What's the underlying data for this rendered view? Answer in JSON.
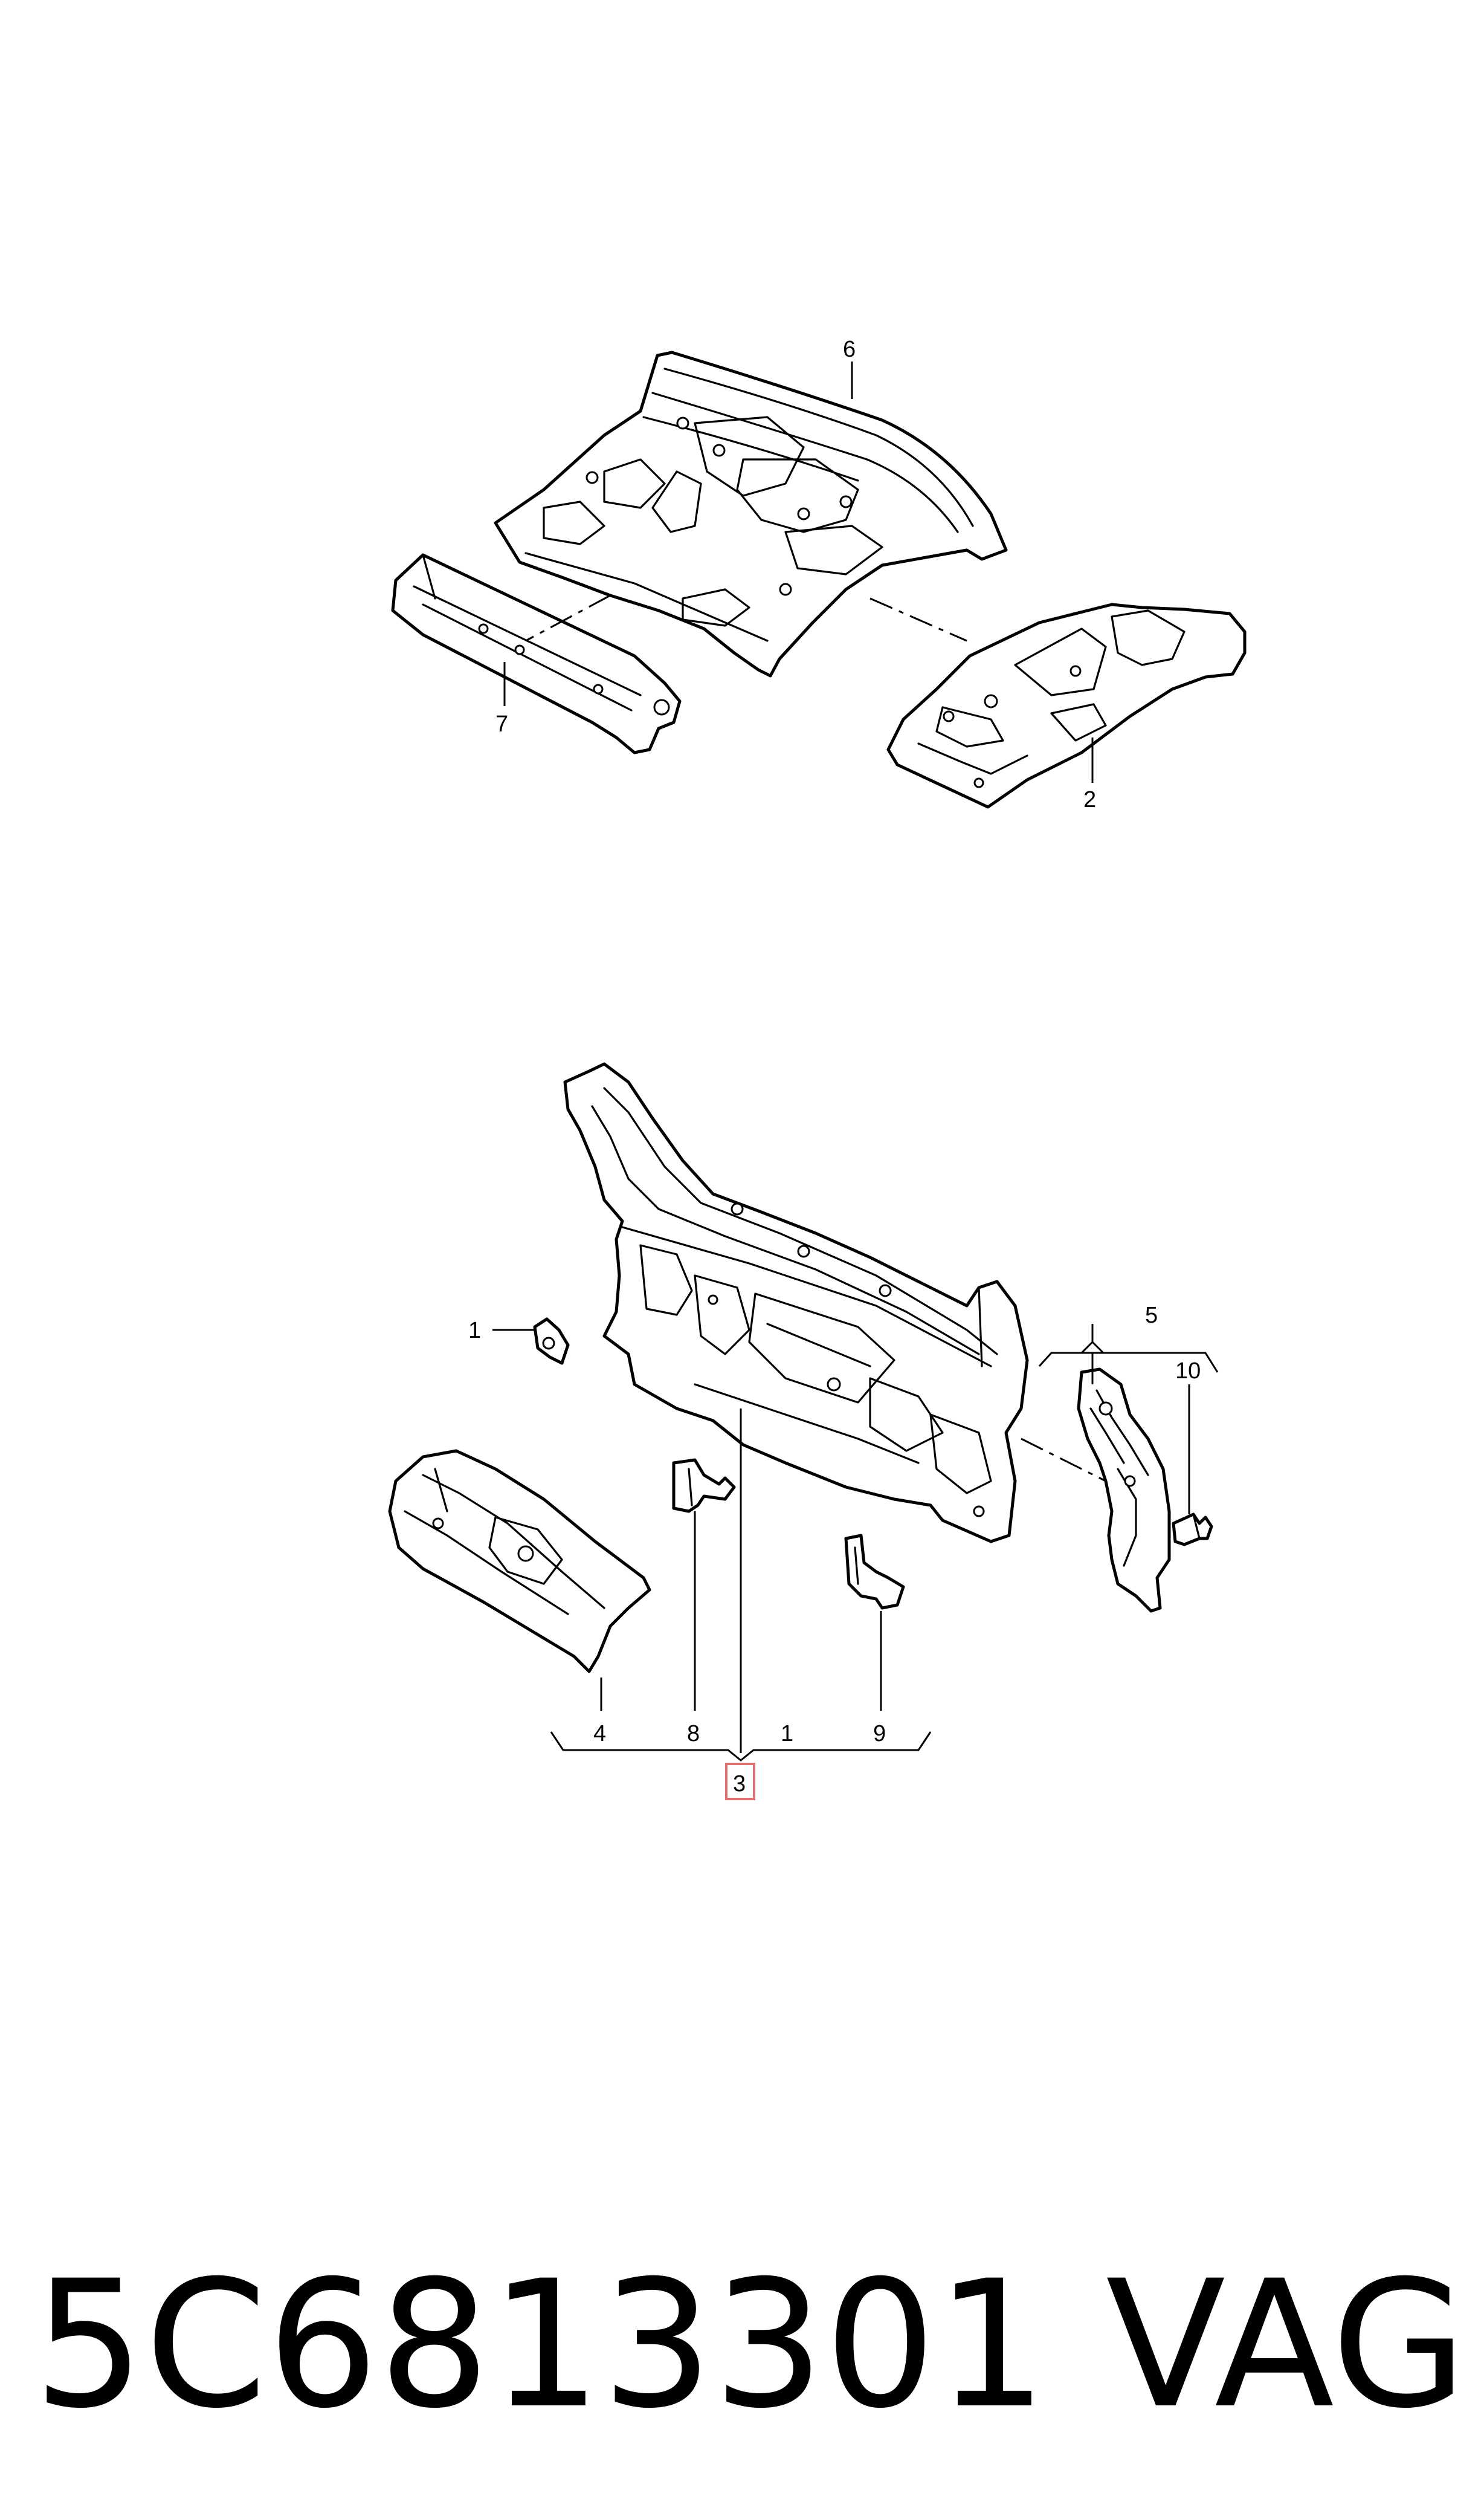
{
  "callouts": {
    "c6": "6",
    "c7": "7",
    "c2": "2",
    "c1": "1",
    "c5": "5",
    "c10": "10",
    "c4": "4",
    "c8": "8",
    "c1b": "1",
    "c9": "9",
    "c3": "3"
  },
  "highlight_color": "#e07070",
  "footer": {
    "part_number": "5C6813301",
    "brand": "VAG"
  }
}
